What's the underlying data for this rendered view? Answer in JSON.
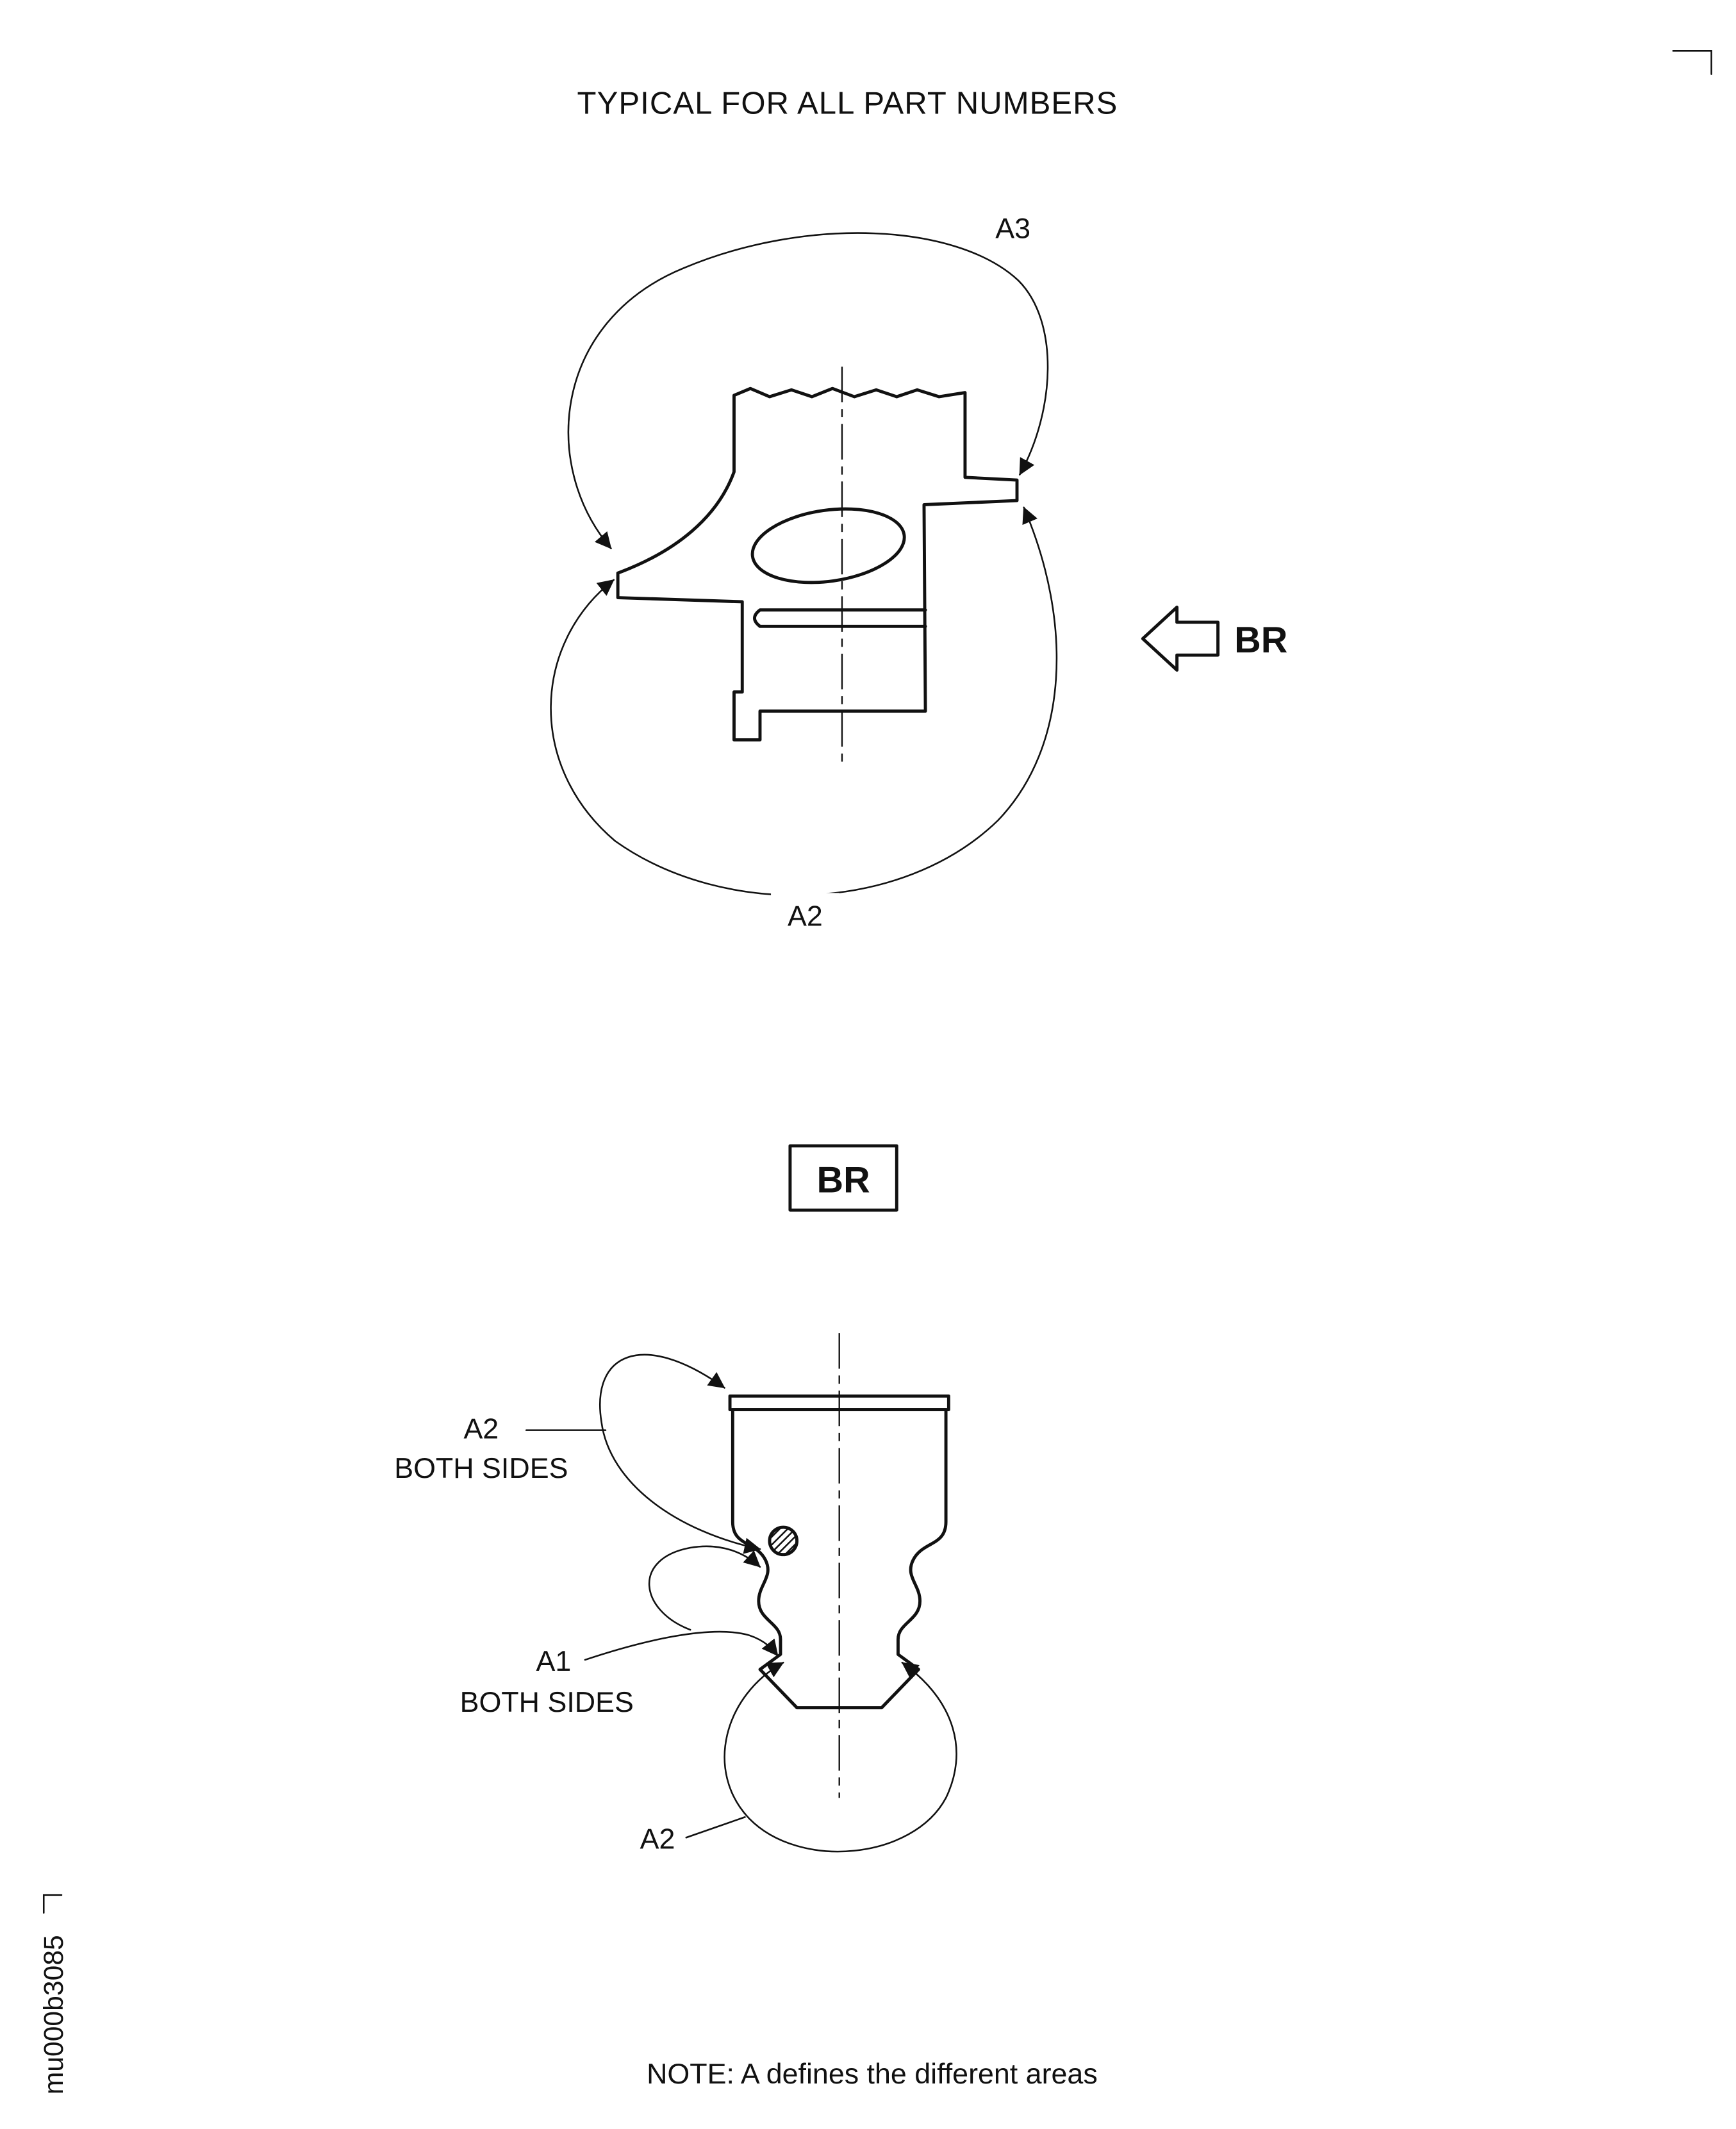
{
  "page": {
    "title": "TYPICAL FOR ALL PART NUMBERS",
    "note": "NOTE: A defines the different areas",
    "doc_code": "mu000b3085"
  },
  "upper_view": {
    "callout_a3": "A3",
    "callout_a2": "A2",
    "direction_arrow_label": "BR"
  },
  "lower_view": {
    "view_label": "BR",
    "callout_a2_top": "A2",
    "callout_a2_top_line2": "BOTH SIDES",
    "callout_a1": "A1",
    "callout_a1_line2": "BOTH SIDES",
    "callout_a2_bottom": "A2"
  }
}
